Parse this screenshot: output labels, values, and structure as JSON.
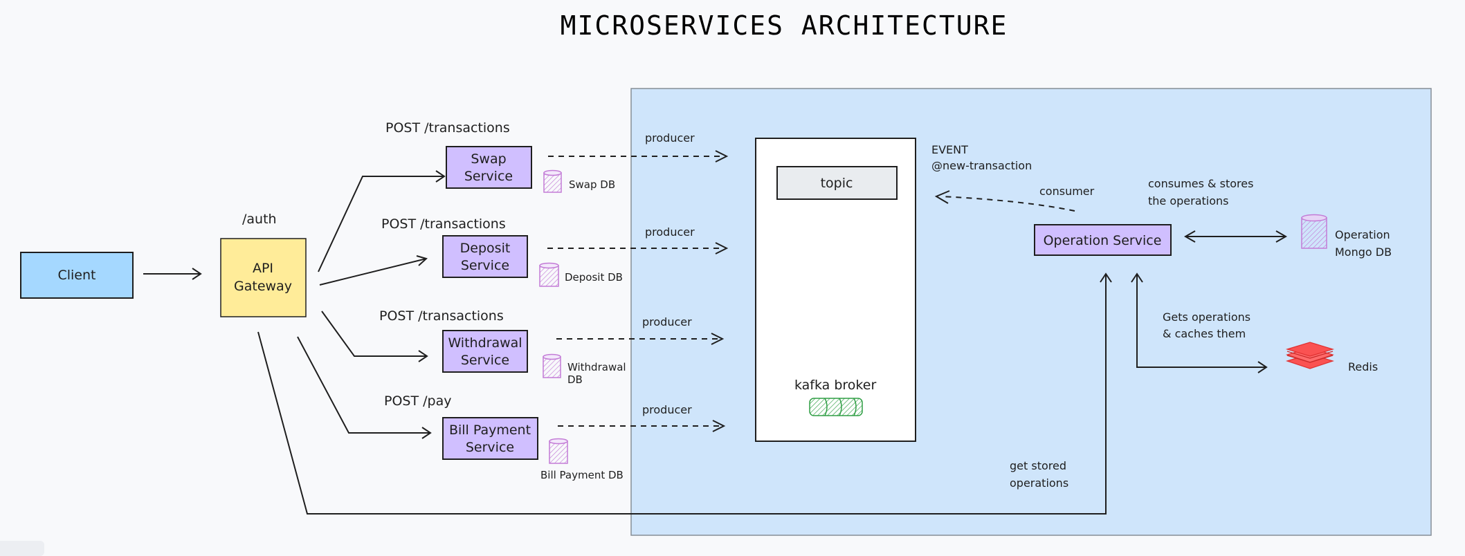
{
  "title": "MICROSERVICES ARCHITECTURE",
  "colors": {
    "background": "#f8f9fb",
    "cluster_fill": "#cfe5fb",
    "client_fill": "#a5d8ff",
    "gateway_fill": "#ffec99",
    "service_fill": "#d0bfff",
    "db_stroke": "#c37bd6",
    "kafka_green": "#2f9e44",
    "redis_red": "#fa5252",
    "topic_fill": "#e9ecef"
  },
  "client": {
    "label": "Client"
  },
  "gateway": {
    "label_line1": "API",
    "label_line2": "Gateway",
    "auth_label": "/auth"
  },
  "services": [
    {
      "key": "swap",
      "line1": "Swap",
      "line2": "Service",
      "route": "POST /transactions",
      "db_line1": "Swap DB",
      "db_line2": "",
      "producer": "producer"
    },
    {
      "key": "deposit",
      "line1": "Deposit",
      "line2": "Service",
      "route": "POST /transactions",
      "db_line1": "Deposit DB",
      "db_line2": "",
      "producer": "producer"
    },
    {
      "key": "withdrawal",
      "line1": "Withdrawal",
      "line2": "Service",
      "route": "POST /transactions",
      "db_line1": "Withdrawal",
      "db_line2": "DB",
      "producer": "producer"
    },
    {
      "key": "billpayment",
      "line1": "Bill Payment",
      "line2": "Service",
      "route": "POST /pay",
      "db_line1": "Bill Payment DB",
      "db_line2": "",
      "producer": "producer"
    }
  ],
  "kafka": {
    "topic": "topic",
    "broker_label": "kafka broker"
  },
  "event": {
    "line1": "EVENT",
    "line2": "@new-transaction",
    "consumer": "consumer"
  },
  "operation_service": {
    "label": "Operation Service"
  },
  "consumes_note": {
    "line1": "consumes & stores",
    "line2": "the operations"
  },
  "mongo": {
    "line1": "Operation",
    "line2": "Mongo DB"
  },
  "cache_note": {
    "line1": "Gets operations",
    "line2": "& caches them"
  },
  "redis": {
    "label": "Redis"
  },
  "get_stored": {
    "line1": "get stored",
    "line2": "operations"
  }
}
